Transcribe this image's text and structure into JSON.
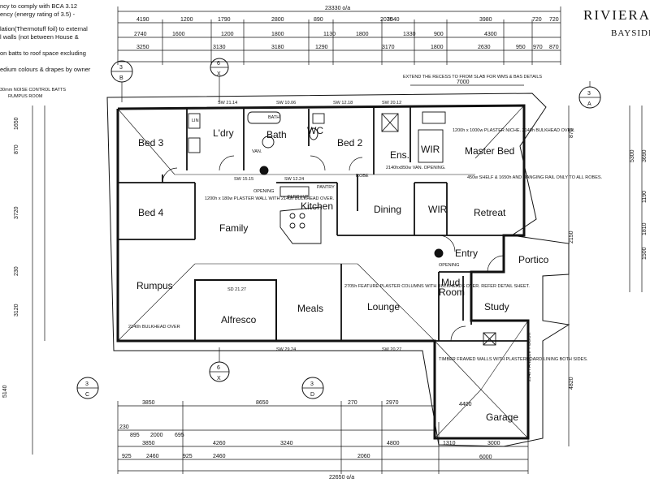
{
  "header": {
    "title": "RIVIERA",
    "subtitle": "BAYSIDE"
  },
  "notes": [
    "ncy to comply with BCA 3.12",
    "ency (energy rating of 3.5) -",
    "lation(Thermotuff foil) to external",
    "l walls (not between House &",
    "on batts to roof space excluding",
    "edium colours & drapes by owner",
    "30mm NOISE CONTROL BATTS",
    "RUMPUS ROOM"
  ],
  "rooms": {
    "bed3": "Bed 3",
    "laundry": "L'dry",
    "bath": "Bath",
    "wc": "WC",
    "bed2": "Bed 2",
    "ens": "Ens.",
    "wir1": "WIR",
    "master": "Master Bed",
    "bed4": "Bed 4",
    "family": "Family",
    "kitchen": "Kitchen",
    "dining": "Dining",
    "wir2": "WIR",
    "retreat": "Retreat",
    "entry": "Entry",
    "portico": "Portico",
    "rumpus": "Rumpus",
    "alfresco": "Alfresco",
    "meals": "Meals",
    "lounge": "Lounge",
    "mud": "Mud",
    "mud2": "Room",
    "study": "Study",
    "garage": "Garage"
  },
  "annotations": {
    "bath_tub": "BATH",
    "linen": "LIN",
    "robe": "ROBE",
    "pantry": "PANTRY",
    "elec": "ELEC H.P.",
    "van": "VAN.",
    "sw_2114": "SW 21.14",
    "sw_1006": "SW 10.06",
    "sw_1218": "SW 12.18",
    "sw_2012": "SW 20.12",
    "sw_1515": "SW 15.15",
    "sw_1224": "SW 12.24",
    "sw_2027": "SW 20.27",
    "sw_2924": "SW 29.24",
    "sd_2127": "SD 21.27",
    "master_niche": "1200h x 1000w PLASTER NICHE. 2140h BULKHEAD OVER.",
    "master_shelf": "450w SHELF & 1650h AND HANGING RAIL ONLY TO ALL ROBES.",
    "kitchen_wall": "1200h x 180w PLASTER WALL WITH 2140h BULKHEAD OVER.",
    "lounge_note": "2705h FEATURE PLASTER COLUMNS WITH BULKHEADS OVER. REFER DETAIL SHEET.",
    "garage_note": "TIMBER FRAMED WALLS WITH PLASTERBOARD LINING BOTH SIDES.",
    "bulkhead": "2140h BULKHEAD OVER",
    "van_opening": "2140hx850w VAN. OPENING.",
    "opening": "OPENING",
    "panel_door": "2140 PANELLIFT DOOR",
    "extend_note": "EXTEND THE RECESS TO FROM SLAB FOR WMS & BAS DETAILS"
  },
  "dimensions": {
    "top_overall": "23330 o/a",
    "top_row1": [
      "4190",
      "1200",
      "1790",
      "2800",
      "890",
      "3540",
      "3980",
      "2070",
      "720",
      "720"
    ],
    "top_row2": [
      "2740",
      "1600",
      "1200",
      "1800",
      "1130",
      "1800",
      "1330",
      "900",
      "4300"
    ],
    "top_row3": [
      "3250",
      "3130",
      "3180",
      "1290",
      "3170",
      "1800",
      "2630",
      "950",
      "970",
      "870"
    ],
    "bottom_overall": "22650 o/a",
    "bottom_row1": [
      "3850",
      "8650",
      "270",
      "2970"
    ],
    "bottom_row2": [
      "230",
      "895",
      "2000",
      "695"
    ],
    "bottom_row3": [
      "3850",
      "4260",
      "3240",
      "4800"
    ],
    "bottom_row4": [
      "925",
      "2460",
      "925",
      "2460",
      "2060",
      "1310",
      "3000"
    ],
    "garage_width": "4400",
    "garage_depth": "6000",
    "dining_width": "7000",
    "left_dims": [
      "1650",
      "870",
      "3720",
      "5140",
      "3120",
      "230"
    ],
    "right_dims": [
      "5300",
      "3690",
      "1190",
      "1810",
      "1500",
      "870",
      "2150",
      "4820"
    ]
  },
  "sections": [
    {
      "num": "3",
      "letter": "B"
    },
    {
      "num": "6",
      "letter": "X"
    },
    {
      "num": "3",
      "letter": "A"
    },
    {
      "num": "3",
      "letter": "C"
    },
    {
      "num": "6",
      "letter": "X"
    },
    {
      "num": "3",
      "letter": "D"
    }
  ]
}
